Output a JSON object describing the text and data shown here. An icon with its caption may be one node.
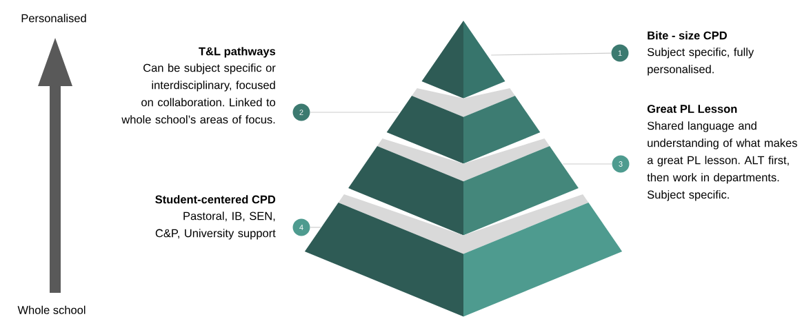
{
  "diagram": {
    "nodes": [
      {
        "text": [],
        "shape": "triangle"
      },
      {
        "text": [],
        "shape": "trapezoid"
      },
      {
        "text": [],
        "shape": "trapezoid"
      },
      {
        "text": [],
        "shape": "trapezoid"
      },
      {
        "text": [
          "1"
        ],
        "beside": [
          "Bite - size CPD",
          "Subject specific, fully personalised."
        ]
      },
      {
        "text": [
          "2"
        ],
        "beside": [
          "T&L pathways",
          "Can be subject specific or interdisciplinary, focused on collaboration. Linked to whole school’s areas of focus."
        ]
      },
      {
        "text": [
          "3"
        ],
        "beside": [
          "Great PL Lesson",
          "Shared language and understanding of what makes a great PL lesson. ALT first, then work in departments. Subject specific."
        ]
      },
      {
        "text": [
          "4"
        ],
        "beside": [
          "Student-centered CPD",
          "Pastoral, IB, SEN, C&P, University support"
        ]
      }
    ],
    "edges": [
      {
        "from": 4,
        "to": 0,
        "arrow": "none"
      },
      {
        "from": 5,
        "to": 1,
        "arrow": "none"
      },
      {
        "from": 6,
        "to": 2,
        "arrow": "none"
      },
      {
        "from": 7,
        "to": 3,
        "arrow": "none"
      }
    ],
    "labels": [
      "Personalised",
      "Whole school"
    ]
  }
}
